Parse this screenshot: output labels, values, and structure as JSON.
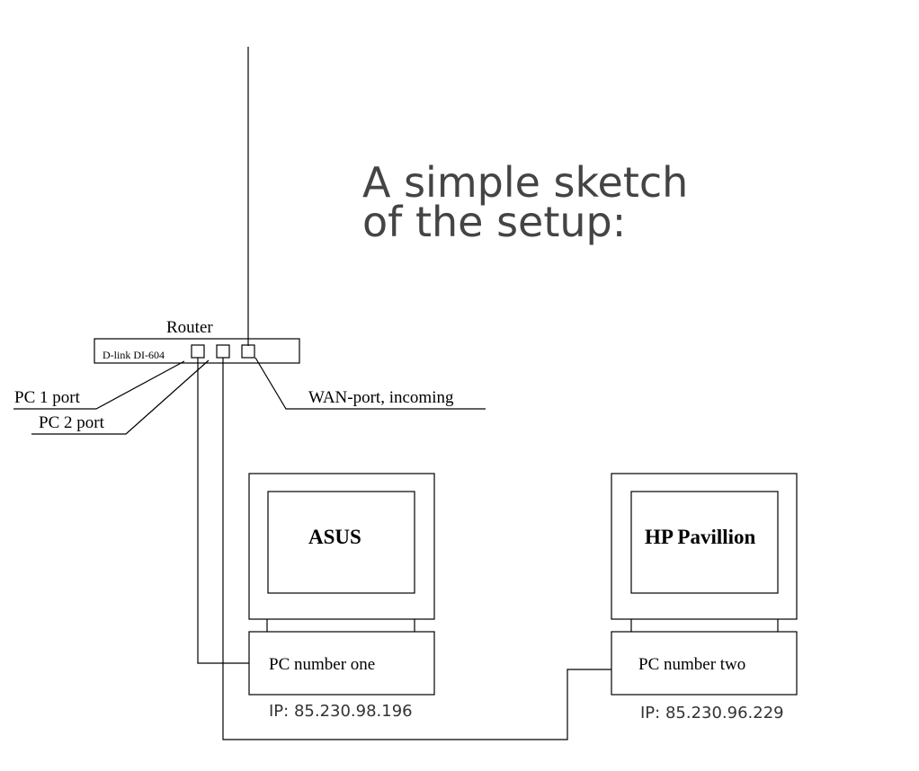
{
  "title": {
    "line1": "A simple sketch",
    "line2": "of the setup:"
  },
  "router": {
    "label": "Router",
    "model": "D-link DI-604"
  },
  "ports": {
    "pc1": "PC 1 port",
    "pc2": "PC 2 port",
    "wan": "WAN-port, incoming"
  },
  "pc1": {
    "monitor_label": "ASUS",
    "case_label": "PC number one",
    "ip": "IP: 85.230.98.196"
  },
  "pc2": {
    "monitor_label": "HP Pavillion",
    "case_label": "PC number two",
    "ip": "IP: 85.230.96.229"
  },
  "colors": {
    "title": "#444444",
    "lines": "#000000"
  }
}
